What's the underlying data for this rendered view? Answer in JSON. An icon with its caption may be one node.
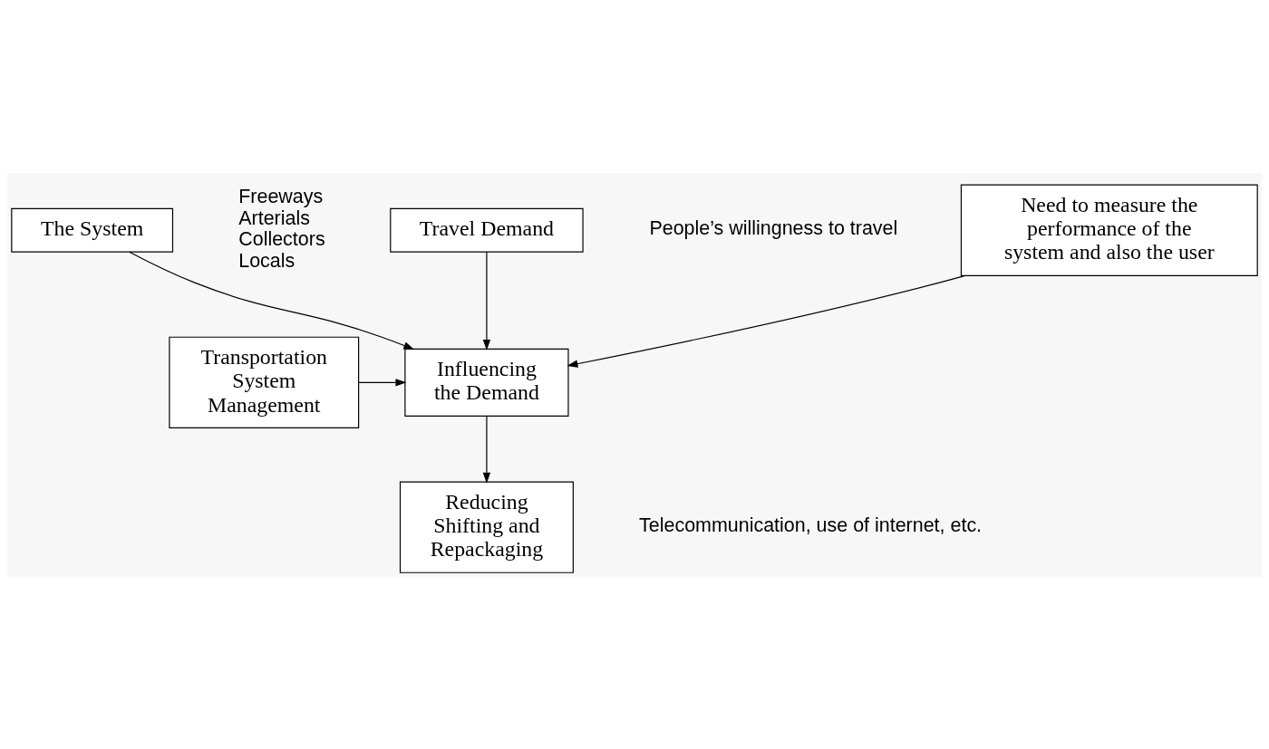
{
  "diagram": {
    "nodes": [
      {
        "text": [
          "The System"
        ],
        "beside": [
          "Freeways",
          "Arterials",
          "Collectors",
          "Locals"
        ]
      },
      {
        "text": [
          "Travel Demand"
        ],
        "beside": [
          "People’s willingness to travel"
        ]
      },
      {
        "text": [
          "Need to measure the performance of the system and also the user"
        ]
      },
      {
        "text": [
          "Influencing the Demand"
        ]
      },
      {
        "text": [
          "Transportation System Management"
        ]
      },
      {
        "text": [
          "Reducing Shifting and Repackaging"
        ],
        "beside": [
          "Telecommunication, use of internet, etc."
        ]
      }
    ],
    "edges": [
      {
        "from": 0,
        "to": 3,
        "arrow": "to"
      },
      {
        "from": 1,
        "to": 3,
        "arrow": "to"
      },
      {
        "from": 2,
        "to": 3,
        "arrow": "to"
      },
      {
        "from": 4,
        "to": 3,
        "arrow": "to"
      },
      {
        "from": 3,
        "to": 5,
        "arrow": "to"
      }
    ]
  }
}
